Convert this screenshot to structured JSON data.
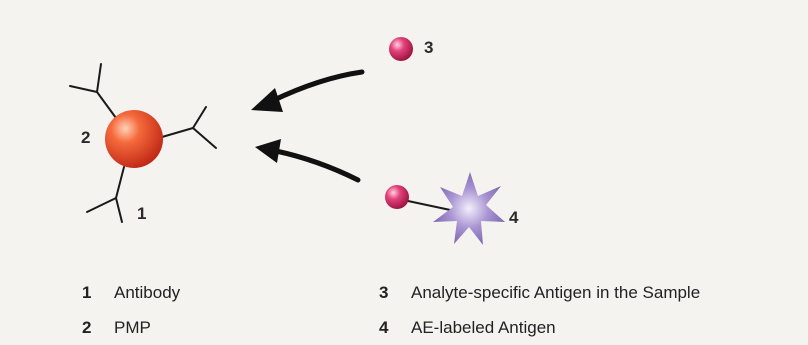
{
  "diagram": {
    "labels": {
      "antibody_num": "1",
      "pmp_num": "2",
      "antigen_num": "3",
      "ae_antigen_num": "4"
    },
    "colors": {
      "pmp_sphere": "#e8452a",
      "antigen_sphere": "#c8245a",
      "ae_star": "#8f7bb8",
      "arrow": "#111111",
      "antibody_lines": "#1a1a1a"
    }
  },
  "legend": [
    {
      "num": "1",
      "label": "Antibody"
    },
    {
      "num": "2",
      "label": "PMP"
    },
    {
      "num": "3",
      "label": "Analyte-specific Antigen in the Sample"
    },
    {
      "num": "4",
      "label": "AE-labeled Antigen"
    }
  ]
}
